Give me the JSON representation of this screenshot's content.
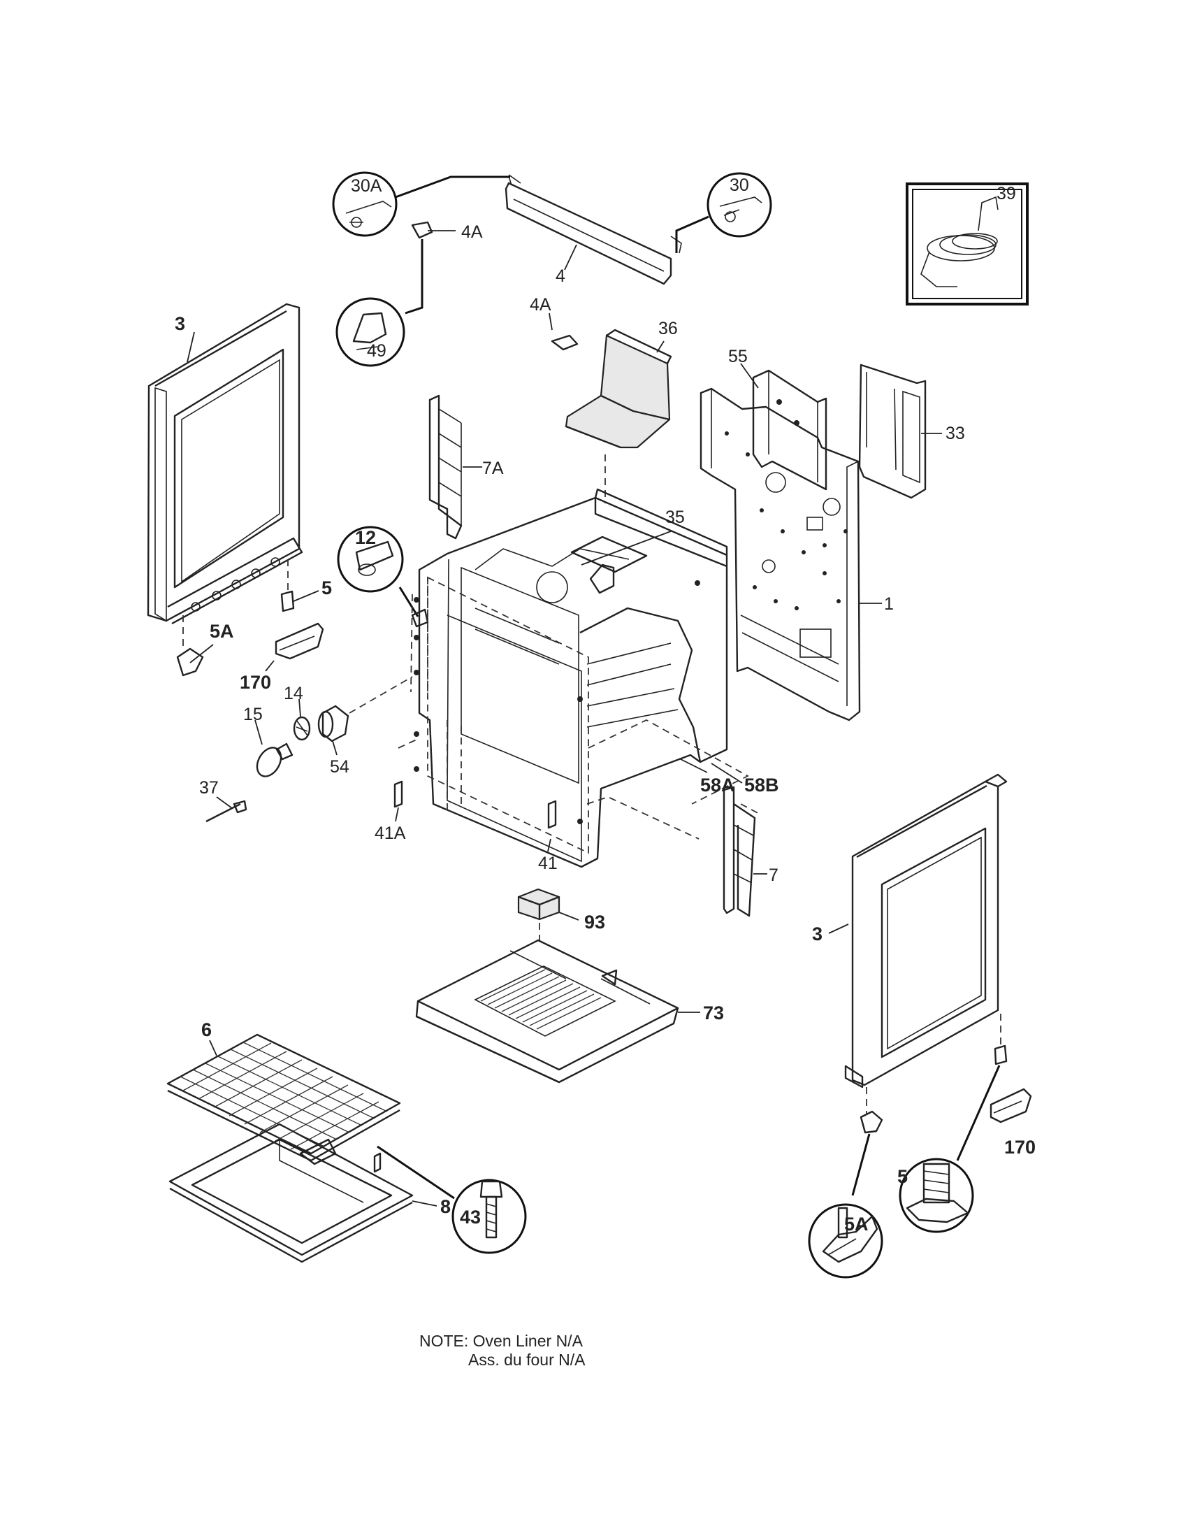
{
  "labels": {
    "30A": "30A",
    "30": "30",
    "4": "4",
    "4A_top": "4A",
    "4A_mid": "4A",
    "49": "49",
    "39": "39",
    "36": "36",
    "55": "55",
    "33": "33",
    "3_left": "3",
    "7A": "7A",
    "35": "35",
    "12": "12",
    "5_left": "5",
    "5A_left": "5A",
    "170_left": "170",
    "1": "1",
    "14": "14",
    "15": "15",
    "54": "54",
    "41A": "41A",
    "58A": "58A",
    "58B": "58B",
    "37": "37",
    "41": "41",
    "7": "7",
    "93": "93",
    "73": "73",
    "6": "6",
    "3_right": "3",
    "43": "43",
    "8": "8",
    "5A_right": "5A",
    "5_right": "5",
    "170_right": "170"
  },
  "note": {
    "line1": "NOTE: Oven Liner N/A",
    "line2": "Ass. du four N/A"
  }
}
